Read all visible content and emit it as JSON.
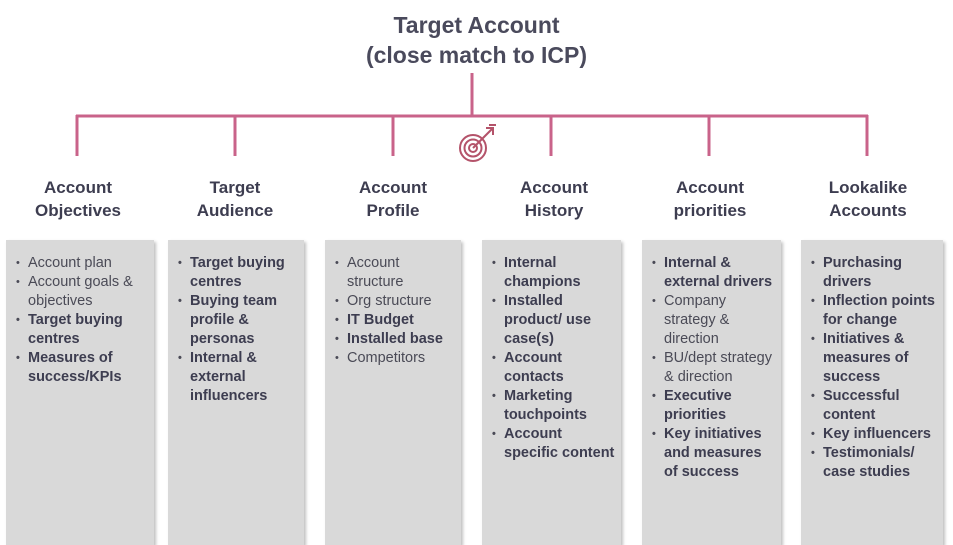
{
  "title": {
    "line1": "Target Account",
    "line2": "(close match to ICP)"
  },
  "colors": {
    "connector": "#c9638a",
    "icon": "#b4536a",
    "box": "#d9d9d9",
    "text": "#3d3d50"
  },
  "center_icon": "target-with-arrow-icon",
  "columns": [
    {
      "heading1": "Account",
      "heading2": "Objectives",
      "items": [
        {
          "text": "Account plan",
          "bold": false
        },
        {
          "text": "Account goals & objectives",
          "bold": false
        },
        {
          "text": "Target buying centres",
          "bold": true
        },
        {
          "text": "Measures of success/KPIs",
          "bold": true
        }
      ]
    },
    {
      "heading1": "Target",
      "heading2": "Audience",
      "items": [
        {
          "text": "Target buying centres",
          "bold": true
        },
        {
          "text": "Buying team profile & personas",
          "bold": true
        },
        {
          "text": "Internal & external influencers",
          "bold": true
        }
      ]
    },
    {
      "heading1": "Account",
      "heading2": "Profile",
      "items": [
        {
          "text": "Account structure",
          "bold": false
        },
        {
          "text": "Org structure",
          "bold": false
        },
        {
          "text": "IT Budget",
          "bold": true
        },
        {
          "text": "Installed base",
          "bold": true
        },
        {
          "text": "Competitors",
          "bold": false
        }
      ]
    },
    {
      "heading1": "Account",
      "heading2": "History",
      "items": [
        {
          "text": "Internal champions",
          "bold": true
        },
        {
          "text": "Installed product/ use case(s)",
          "bold": true
        },
        {
          "text": "Account contacts",
          "bold": true
        },
        {
          "text": "Marketing touchpoints",
          "bold": true
        },
        {
          "text": "Account specific content",
          "bold": true
        }
      ]
    },
    {
      "heading1": "Account",
      "heading2": "priorities",
      "items": [
        {
          "text": "Internal & external drivers",
          "bold": true
        },
        {
          "text": "Company strategy & direction",
          "bold": false
        },
        {
          "text": "BU/dept strategy & direction",
          "bold": false
        },
        {
          "text": "Executive priorities",
          "bold": true
        },
        {
          "text": "Key initiatives and measures of success",
          "bold": true
        }
      ]
    },
    {
      "heading1": "Lookalike",
      "heading2": "Accounts",
      "items": [
        {
          "text": "Purchasing drivers",
          "bold": true
        },
        {
          "text": "Inflection points for change",
          "bold": true
        },
        {
          "text": "Initiatives & measures of success",
          "bold": true
        },
        {
          "text": "Successful content",
          "bold": true
        },
        {
          "text": "Key influencers",
          "bold": true
        },
        {
          "text": "Testimonials/ case studies",
          "bold": true
        }
      ]
    }
  ]
}
